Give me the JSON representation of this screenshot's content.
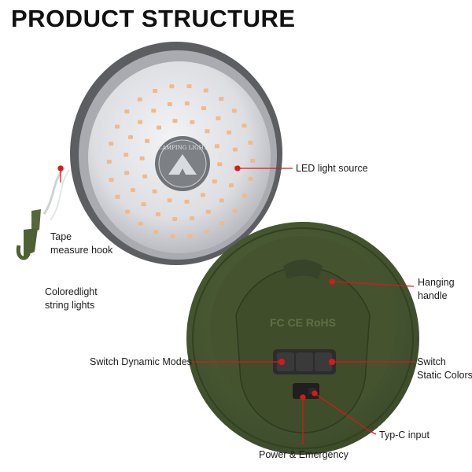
{
  "header": {
    "title": "PRODUCT STRUCTURE"
  },
  "labels": {
    "led_source": "LED light source",
    "tape_hook_line1": "Tape",
    "tape_hook_line2": "measure hook",
    "string_lights_line1": "Coloredlight",
    "string_lights_line2": "string lights",
    "hanging_line1": "Hanging",
    "hanging_line2": "handle",
    "switch_dynamic": "Switch Dynamic Modes",
    "switch_static_line1": "Switch",
    "switch_static_line2": "Static Colors",
    "typec": "Typ-C input",
    "power": "Power & Emergency"
  },
  "badge": {
    "text": "CAMPING LIGHT"
  },
  "back_print": {
    "cert": "FC CE RoHS"
  },
  "colors": {
    "accent_red": "#d8191c",
    "body_green": "#4a5a32",
    "body_green_dark": "#38462a",
    "led_warm": "#f1b98a",
    "lens": "#e4e6ea",
    "rim": "#8e9094"
  }
}
